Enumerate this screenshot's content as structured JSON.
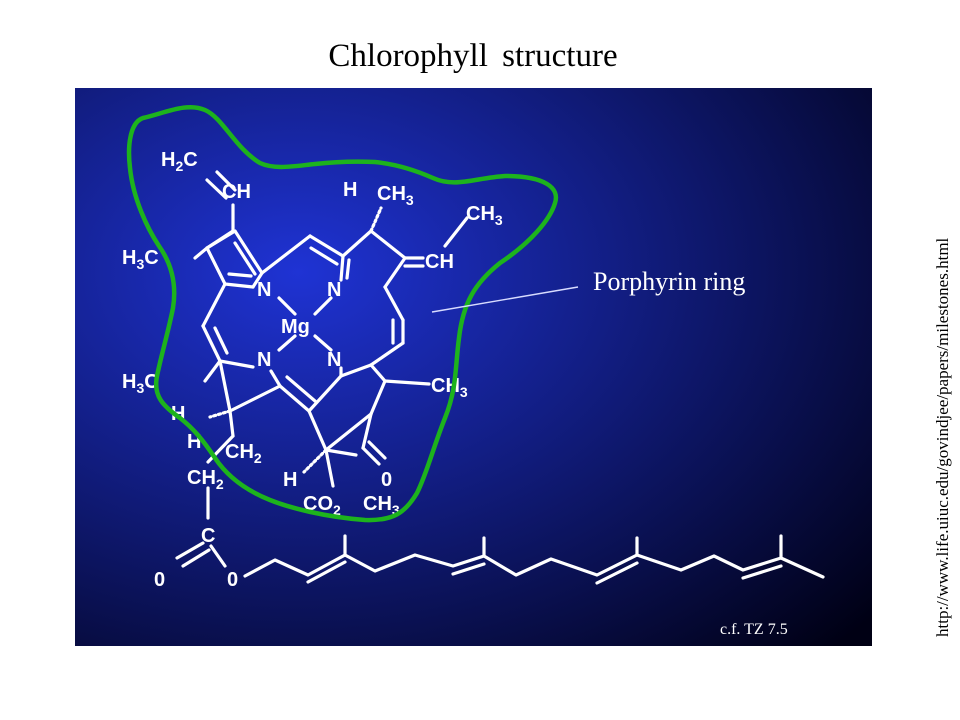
{
  "title": "Chlorophyll structure",
  "source_url": "http://www.life.uiuc.edu/govindjee/papers/milestones.html",
  "annotation": {
    "label": "Porphyrin ring",
    "outline_color": "#1db31d"
  },
  "reference": "c.f. TZ 7.5",
  "panel": {
    "gradient_start": "#1f33d4",
    "gradient_end": "#000014"
  },
  "molecule": {
    "labels": {
      "h2c_vinyl": {
        "main": "H",
        "sub": "2",
        "tail": "C"
      },
      "ch_vinyl": {
        "main": "CH"
      },
      "h_top": {
        "main": "H"
      },
      "ch3_top": {
        "main": "CH",
        "sub": "3"
      },
      "ch3_ethyl": {
        "main": "CH",
        "sub": "3"
      },
      "ch_ethyl": {
        "main": "CH"
      },
      "h3c_left_upper": {
        "main": "H",
        "sub": "3",
        "tail": "C"
      },
      "n_upper_left": {
        "main": "N"
      },
      "n_upper_right": {
        "main": "N"
      },
      "mg": {
        "main": "Mg"
      },
      "n_lower_left": {
        "main": "N"
      },
      "n_lower_right": {
        "main": "N"
      },
      "h3c_left_lower": {
        "main": "H",
        "sub": "3",
        "tail": "C"
      },
      "ch3_right": {
        "main": "CH",
        "sub": "3"
      },
      "h_lower1": {
        "main": "H"
      },
      "h_lower2": {
        "main": "H"
      },
      "ch2_lower": {
        "main": "CH",
        "sub": "2"
      },
      "o_keto": {
        "main": "0"
      },
      "h_bottom": {
        "main": "H"
      },
      "co2": {
        "main": "CO",
        "sub": "2"
      },
      "ch3_ester": {
        "main": "CH",
        "sub": "3"
      },
      "ch2_chain": {
        "main": "CH",
        "sub": "2"
      },
      "c_ester": {
        "main": "C"
      },
      "o_dbl": {
        "main": "0"
      },
      "o_single": {
        "main": "0"
      }
    }
  }
}
